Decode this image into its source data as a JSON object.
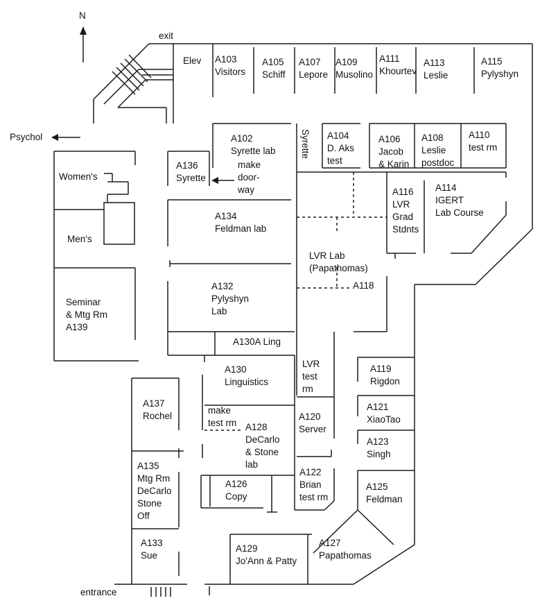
{
  "colors": {
    "ink": "#1a1a1a",
    "background": "#ffffff"
  },
  "compass": {
    "label": "N"
  },
  "exits": {
    "exit": "exit",
    "psychol": "Psychol",
    "entrance": "entrance"
  },
  "rooms": {
    "elev": [
      "Elev"
    ],
    "a103": [
      "A103",
      "Visitors"
    ],
    "a105": [
      "A105",
      "Schiff"
    ],
    "a107": [
      "A107",
      "Lepore"
    ],
    "a109": [
      "A109",
      "Musolino"
    ],
    "a111": [
      "A111",
      "Khourtev"
    ],
    "a113": [
      "A113",
      "Leslie"
    ],
    "a115": [
      "A115",
      "Pylyshyn"
    ],
    "a102": [
      "A102",
      "Syrette lab"
    ],
    "a102_note": [
      "make",
      "door-",
      "way"
    ],
    "syrette_vertical": "Syrette",
    "a104": [
      "A104",
      "D. Aks",
      "test"
    ],
    "a106": [
      "A106",
      "Jacob",
      "& Karin"
    ],
    "a108": [
      "A108",
      "Leslie",
      "postdoc"
    ],
    "a110": [
      "A110",
      "test rm"
    ],
    "a136": [
      "A136",
      "Syrette"
    ],
    "womens": [
      "Women's"
    ],
    "mens": [
      "Men's"
    ],
    "a116": [
      "A116",
      "LVR",
      "Grad",
      "Stdnts"
    ],
    "a114": [
      "A114",
      "IGERT",
      "Lab Course"
    ],
    "a134": [
      "A134",
      "Feldman lab"
    ],
    "lvr_lab": [
      "LVR Lab",
      "(Papathomas)"
    ],
    "a118": [
      "A118"
    ],
    "a139": [
      "Seminar",
      "& Mtg Rm",
      "A139"
    ],
    "a132": [
      "A132",
      "Pylyshyn",
      "Lab"
    ],
    "a130a": [
      "A130A Ling"
    ],
    "a130": [
      "A130",
      "Linguistics"
    ],
    "lvr_test": [
      "LVR",
      "test",
      "rm"
    ],
    "a119": [
      "A119",
      "Rigdon"
    ],
    "a137": [
      "A137",
      "Rochel"
    ],
    "make_test": [
      "make",
      "test rm"
    ],
    "a128": [
      "A128",
      "DeCarlo",
      "& Stone",
      "lab"
    ],
    "a120": [
      "A120",
      "Server"
    ],
    "a121": [
      "A121",
      "XiaoTao"
    ],
    "a123": [
      "A123",
      "Singh"
    ],
    "a135": [
      "A135",
      "Mtg Rm",
      "DeCarlo",
      "Stone",
      "Off"
    ],
    "a126": [
      "A126",
      "Copy"
    ],
    "a122": [
      "A122",
      "Brian",
      "test rm"
    ],
    "a125": [
      "A125",
      "Feldman"
    ],
    "a133": [
      "A133",
      "Sue"
    ],
    "a129": [
      "A129",
      "Jo'Ann & Patty"
    ],
    "a127": [
      "A127",
      "Papathomas"
    ]
  }
}
